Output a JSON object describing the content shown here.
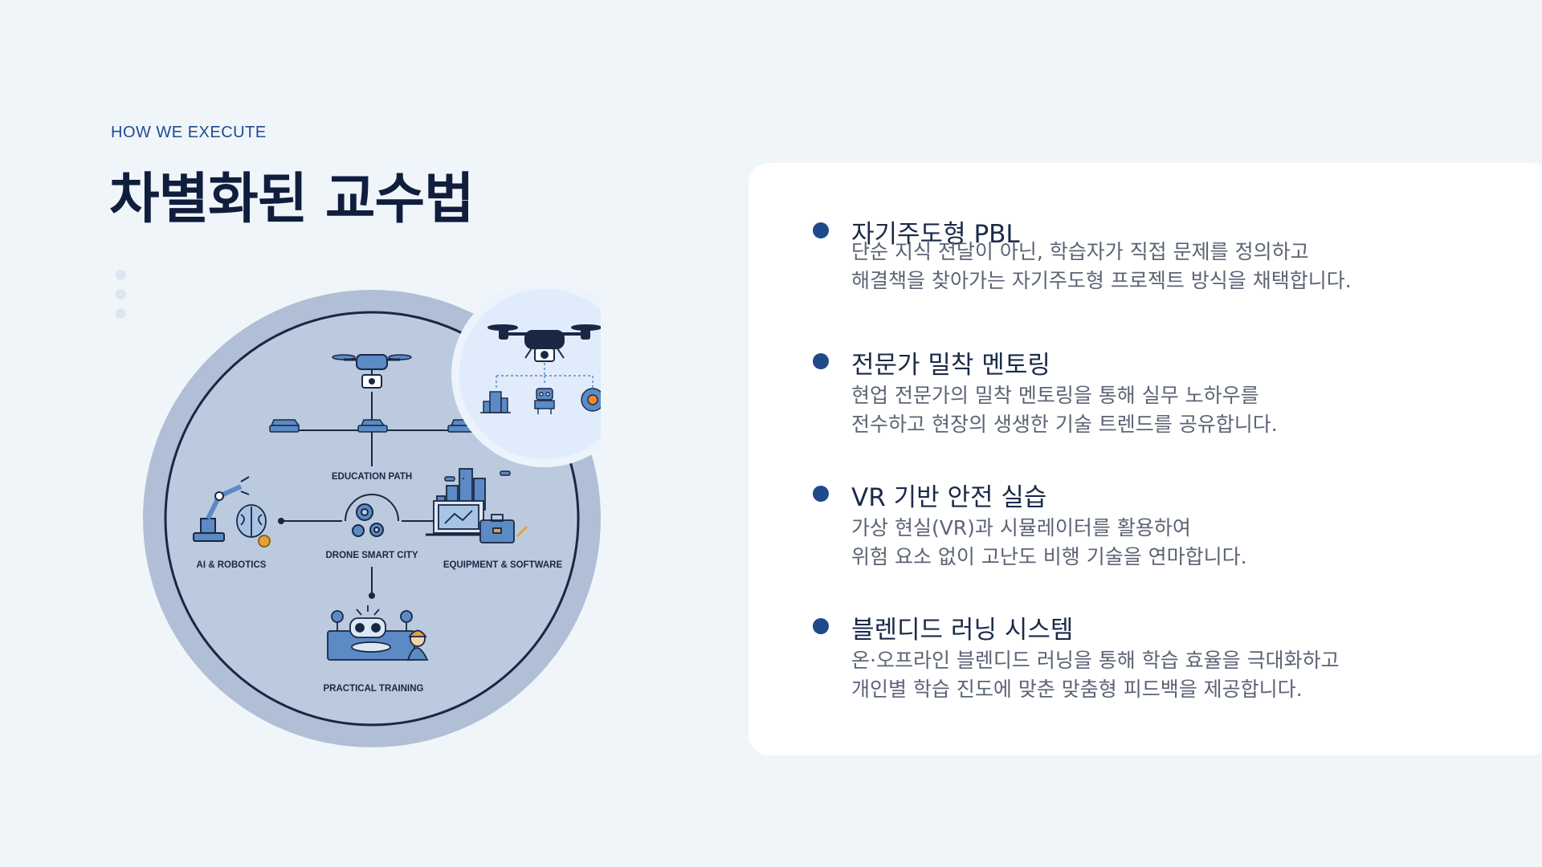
{
  "header": {
    "eyebrow": "HOW WE EXECUTE",
    "title": "차별화된 교수법"
  },
  "diagram": {
    "labels": {
      "education_path": "EDUCATION PATH",
      "center": "DRONE SMART CITY",
      "ai_robotics": "AI & ROBOTICS",
      "equipment_software": "EQUIPMENT & SOFTWARE",
      "practical_training": "PRACTICAL TRAINING"
    },
    "icons": [
      "drone-icon",
      "gear-icon",
      "robot-arm-icon",
      "brain-icon",
      "city-buildings-icon",
      "toolbox-icon",
      "controller-icon",
      "worker-icon",
      "robot-icon",
      "chip-icon"
    ],
    "colors": {
      "outer_circle": "#b0bfd6",
      "inner_circle": "#bccadf",
      "accent": "#1e4a8c",
      "dark": "#1a2744"
    }
  },
  "methods": [
    {
      "title": "자기주도형 PBL",
      "lines": [
        "단순 지식 전달이 아닌, 학습자가 직접 문제를 정의하고",
        "해결책을 찾아가는 자기주도형 프로젝트 방식을 채택합니다."
      ]
    },
    {
      "title": "전문가 밀착 멘토링",
      "lines": [
        "현업 전문가의 밀착 멘토링을 통해 실무 노하우를",
        "전수하고 현장의 생생한 기술 트렌드를 공유합니다."
      ]
    },
    {
      "title": "VR 기반 안전 실습",
      "lines": [
        "가상 현실(VR)과 시뮬레이터를 활용하여",
        "위험 요소 없이 고난도 비행 기술을 연마합니다."
      ]
    },
    {
      "title": "블렌디드 러닝 시스템",
      "lines": [
        "온·오프라인 블렌디드 러닝을 통해 학습 효율을 극대화하고",
        "개인별 학습 진도에 맞춘 맞춤형 피드백을 제공합니다."
      ]
    }
  ]
}
